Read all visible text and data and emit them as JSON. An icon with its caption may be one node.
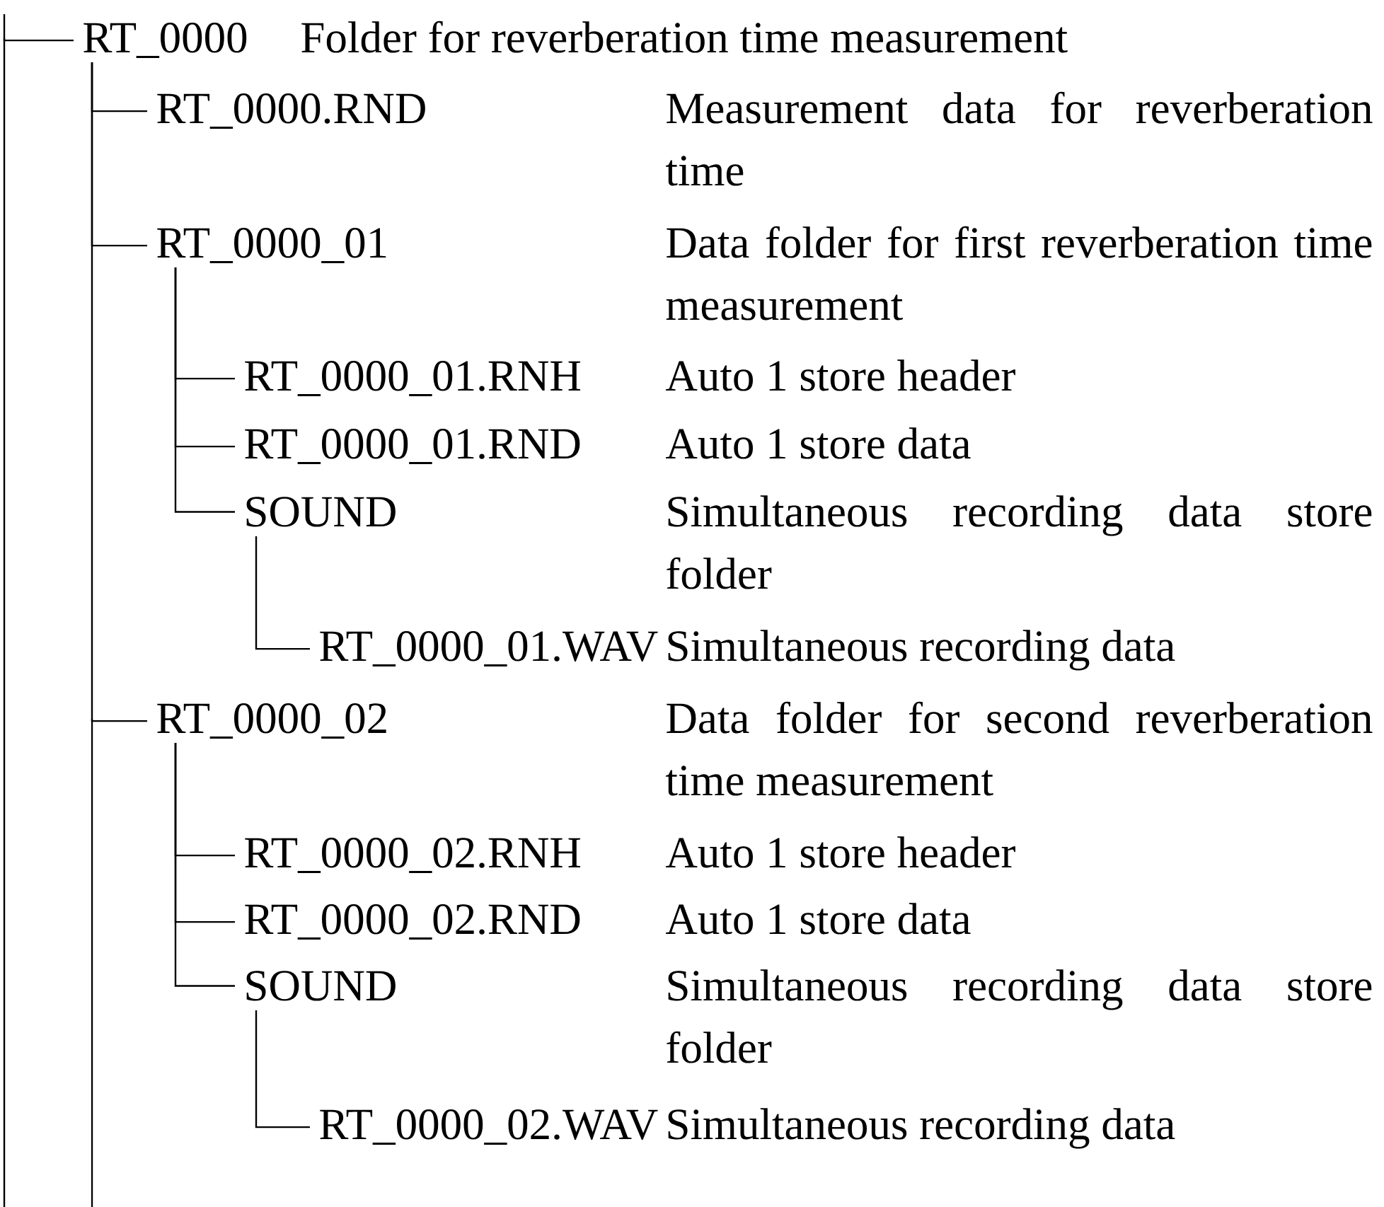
{
  "diagram": {
    "nodes": [
      {
        "text": [
          "RT_0000"
        ]
      },
      {
        "text": [
          "RT_0000.RND"
        ]
      },
      {
        "text": [
          "RT_0000_01"
        ]
      },
      {
        "text": [
          "RT_0000_01.RNH"
        ]
      },
      {
        "text": [
          "RT_0000_01.RND"
        ]
      },
      {
        "text": [
          "SOUND"
        ]
      },
      {
        "text": [
          "RT_0000_01.WAV"
        ]
      },
      {
        "text": [
          "RT_0000_02"
        ]
      },
      {
        "text": [
          "RT_0000_02.RNH"
        ]
      },
      {
        "text": [
          "RT_0000_02.RND"
        ]
      },
      {
        "text": [
          "SOUND"
        ]
      },
      {
        "text": [
          "RT_0000_02.WAV"
        ]
      }
    ],
    "edges": [
      {
        "from": null,
        "to": 0,
        "arrow": "none"
      },
      {
        "from": 0,
        "to": 1,
        "arrow": "none"
      },
      {
        "from": 0,
        "to": 2,
        "arrow": "none"
      },
      {
        "from": 2,
        "to": 3,
        "arrow": "none"
      },
      {
        "from": 2,
        "to": 4,
        "arrow": "none"
      },
      {
        "from": 2,
        "to": 5,
        "arrow": "none"
      },
      {
        "from": 5,
        "to": 6,
        "arrow": "none"
      },
      {
        "from": 0,
        "to": 7,
        "arrow": "none"
      },
      {
        "from": 7,
        "to": 8,
        "arrow": "none"
      },
      {
        "from": 7,
        "to": 9,
        "arrow": "none"
      },
      {
        "from": 7,
        "to": 10,
        "arrow": "none"
      },
      {
        "from": 10,
        "to": 11,
        "arrow": "none"
      }
    ],
    "labels": [
      "Folder for reverberation time measurement",
      "Measurement data for reverberation time",
      "Data folder for first reverberation time measurement",
      "Auto 1 store header",
      "Auto 1 store data",
      "Simultaneous recording data store folder",
      "Simultaneous recording data",
      "Data folder for second reverberation time measurement",
      "Auto 1 store header",
      "Auto 1 store data",
      "Simultaneous recording data store folder",
      "Simultaneous recording data"
    ]
  }
}
